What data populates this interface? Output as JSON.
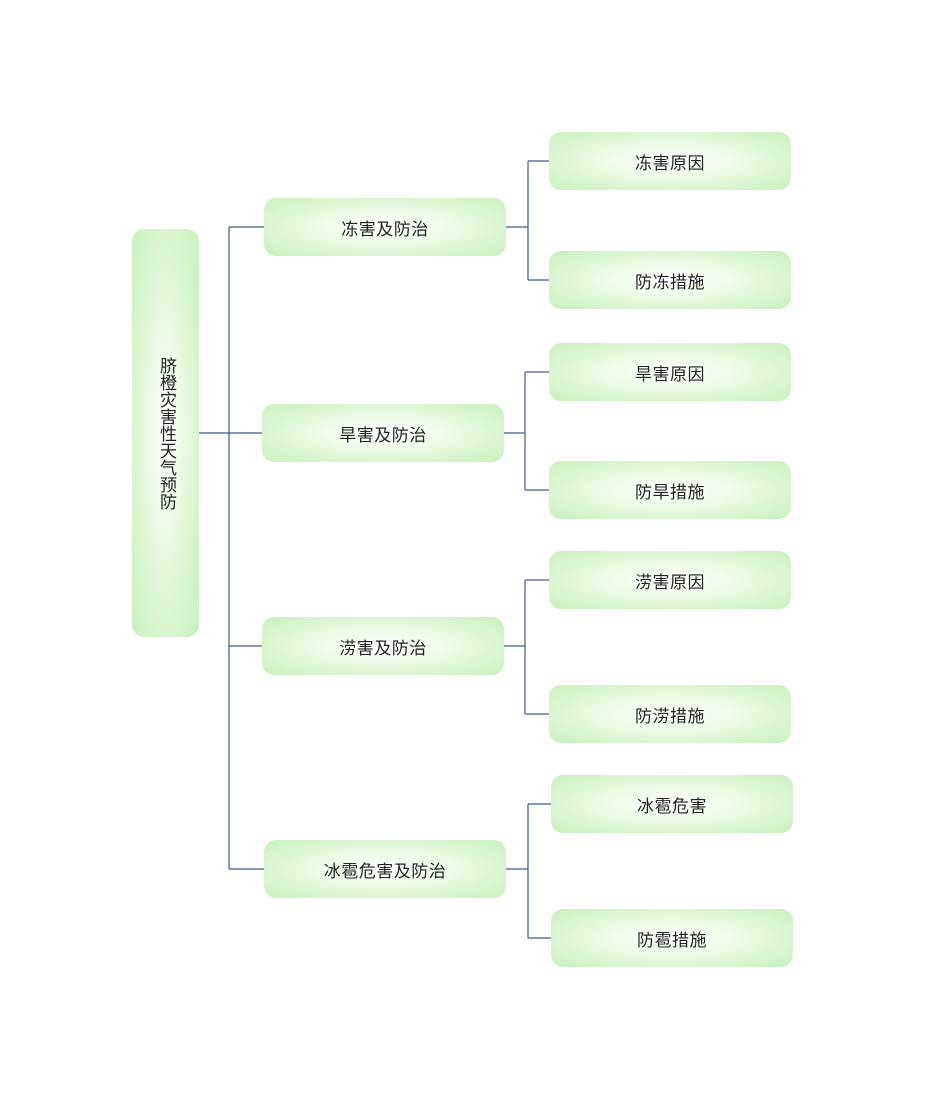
{
  "root": {
    "label": "脐橙灾害性天气预防"
  },
  "branches": [
    {
      "label": "冻害及防治",
      "children": [
        "冻害原因",
        "防冻措施"
      ]
    },
    {
      "label": "旱害及防治",
      "children": [
        "旱害原因",
        "防旱措施"
      ]
    },
    {
      "label": "涝害及防治",
      "children": [
        "涝害原因",
        "防涝措施"
      ]
    },
    {
      "label": "冰雹危害及防治",
      "children": [
        "冰雹危害",
        "防雹措施"
      ]
    }
  ],
  "colors": {
    "line": "#3a5a8c",
    "box_edge": "#c7f0bc",
    "box_center": "#ffffff"
  }
}
